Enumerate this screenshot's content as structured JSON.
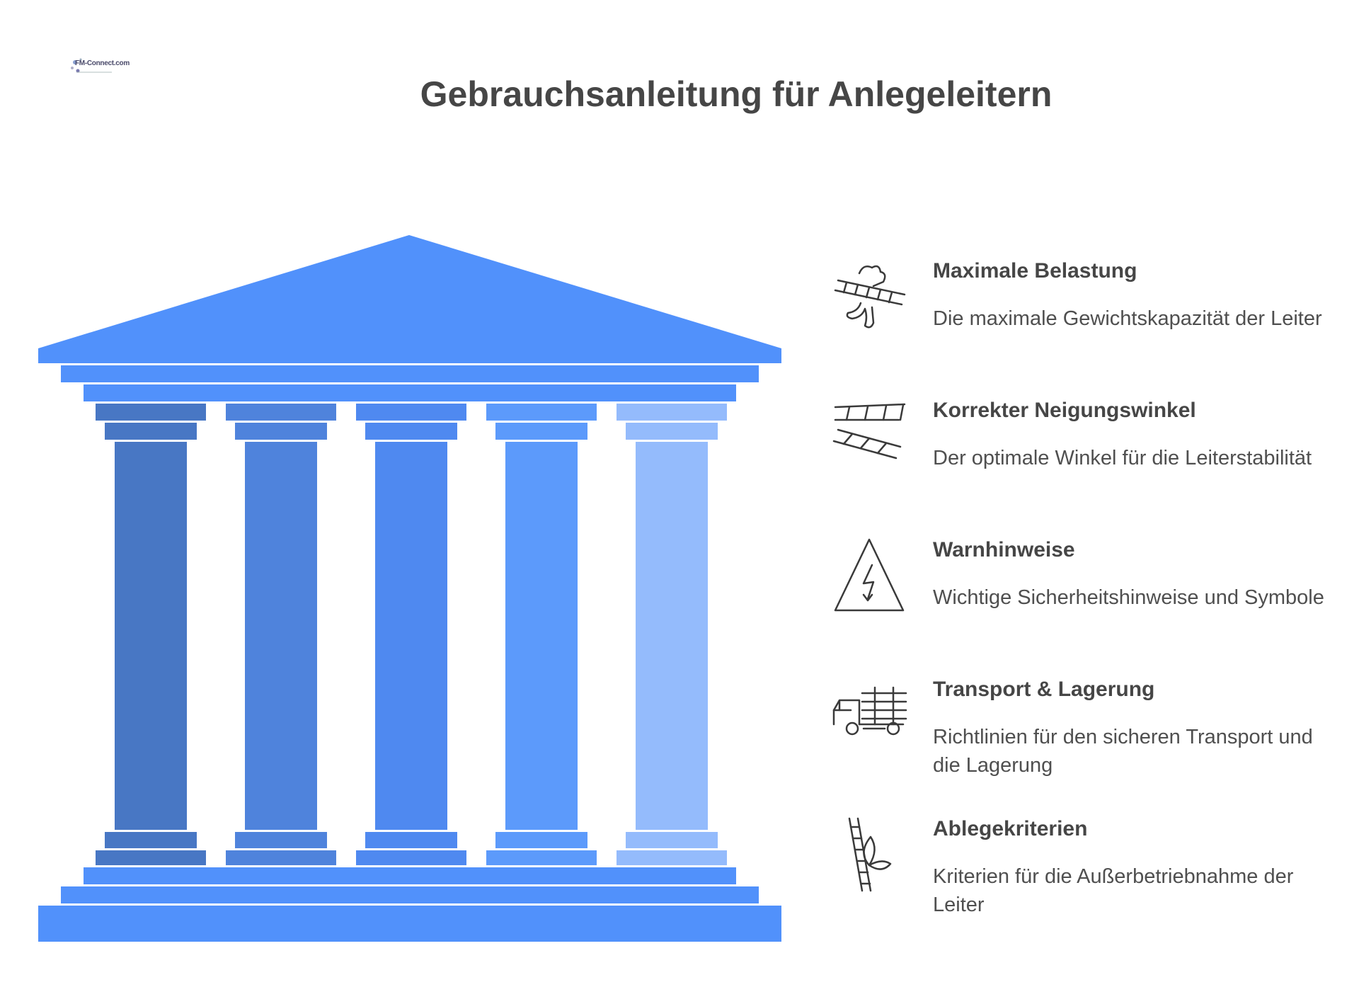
{
  "logo": {
    "text": "FM-Connect.com"
  },
  "title": "Gebrauchsanleitung für Anlegeleitern",
  "colors": {
    "roof": "#5191fb",
    "pillars": [
      "#4877c4",
      "#4f83dc",
      "#4f89f0",
      "#5c9afb",
      "#94bbfc"
    ],
    "text": "#464646",
    "icon_stroke": "#3a3a3a"
  },
  "items": [
    {
      "icon": "falling-person-ladder-icon",
      "title": "Maximale Belastung",
      "description": "Die maximale Gewichtskapazität der Leiter"
    },
    {
      "icon": "ladders-angle-icon",
      "title": "Korrekter Neigungswinkel",
      "description": "Der optimale Winkel für die Leiterstabilität"
    },
    {
      "icon": "warning-triangle-icon",
      "title": "Warnhinweise",
      "description": "Wichtige Sicherheitshinweise und Symbole"
    },
    {
      "icon": "truck-ladders-icon",
      "title": "Transport & Lagerung",
      "description": "Richtlinien für den sicheren Transport und die Lagerung"
    },
    {
      "icon": "ladder-leaf-icon",
      "title": "Ablegekriterien",
      "description": "Kriterien für die Außerbetriebnahme der Leiter"
    }
  ]
}
